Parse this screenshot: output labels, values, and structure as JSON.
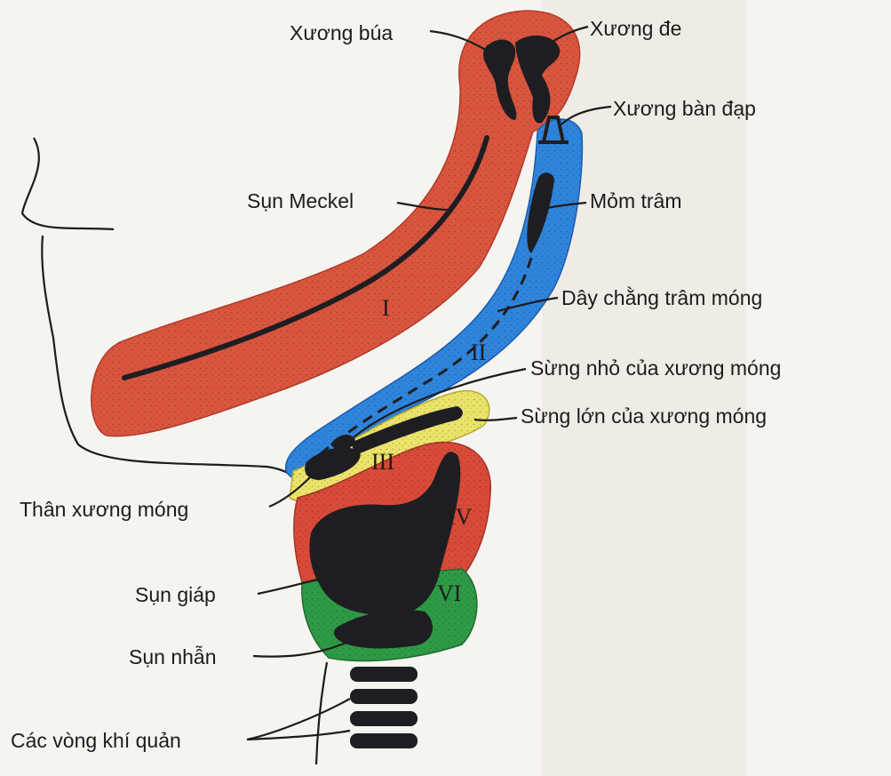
{
  "colors": {
    "arch_I": "#d9553e",
    "arch_II": "#2f84dc",
    "arch_III": "#ebe36a",
    "arch_IV": "#d94a38",
    "arch_VI": "#2e9a45",
    "cartilage": "#1e1e22",
    "background": "#f6f4f1"
  },
  "labels": {
    "malleus": "Xương búa",
    "incus": "Xương đe",
    "stapes": "Xương bàn đạp",
    "meckel": "Sụn Meckel",
    "styloid": "Mỏm trâm",
    "stylohyoid_ligament": "Dây chằng trâm móng",
    "lesser_horn": "Sừng nhỏ của xương móng",
    "greater_horn": "Sừng lớn của xương móng",
    "hyoid_body": "Thân xương móng",
    "thyroid": "Sụn giáp",
    "cricoid": "Sụn nhẫn",
    "tracheal_rings": "Các vòng khí quản"
  },
  "arches": {
    "I": "I",
    "II": "II",
    "III": "III",
    "IV": "IV",
    "VI": "VI"
  }
}
